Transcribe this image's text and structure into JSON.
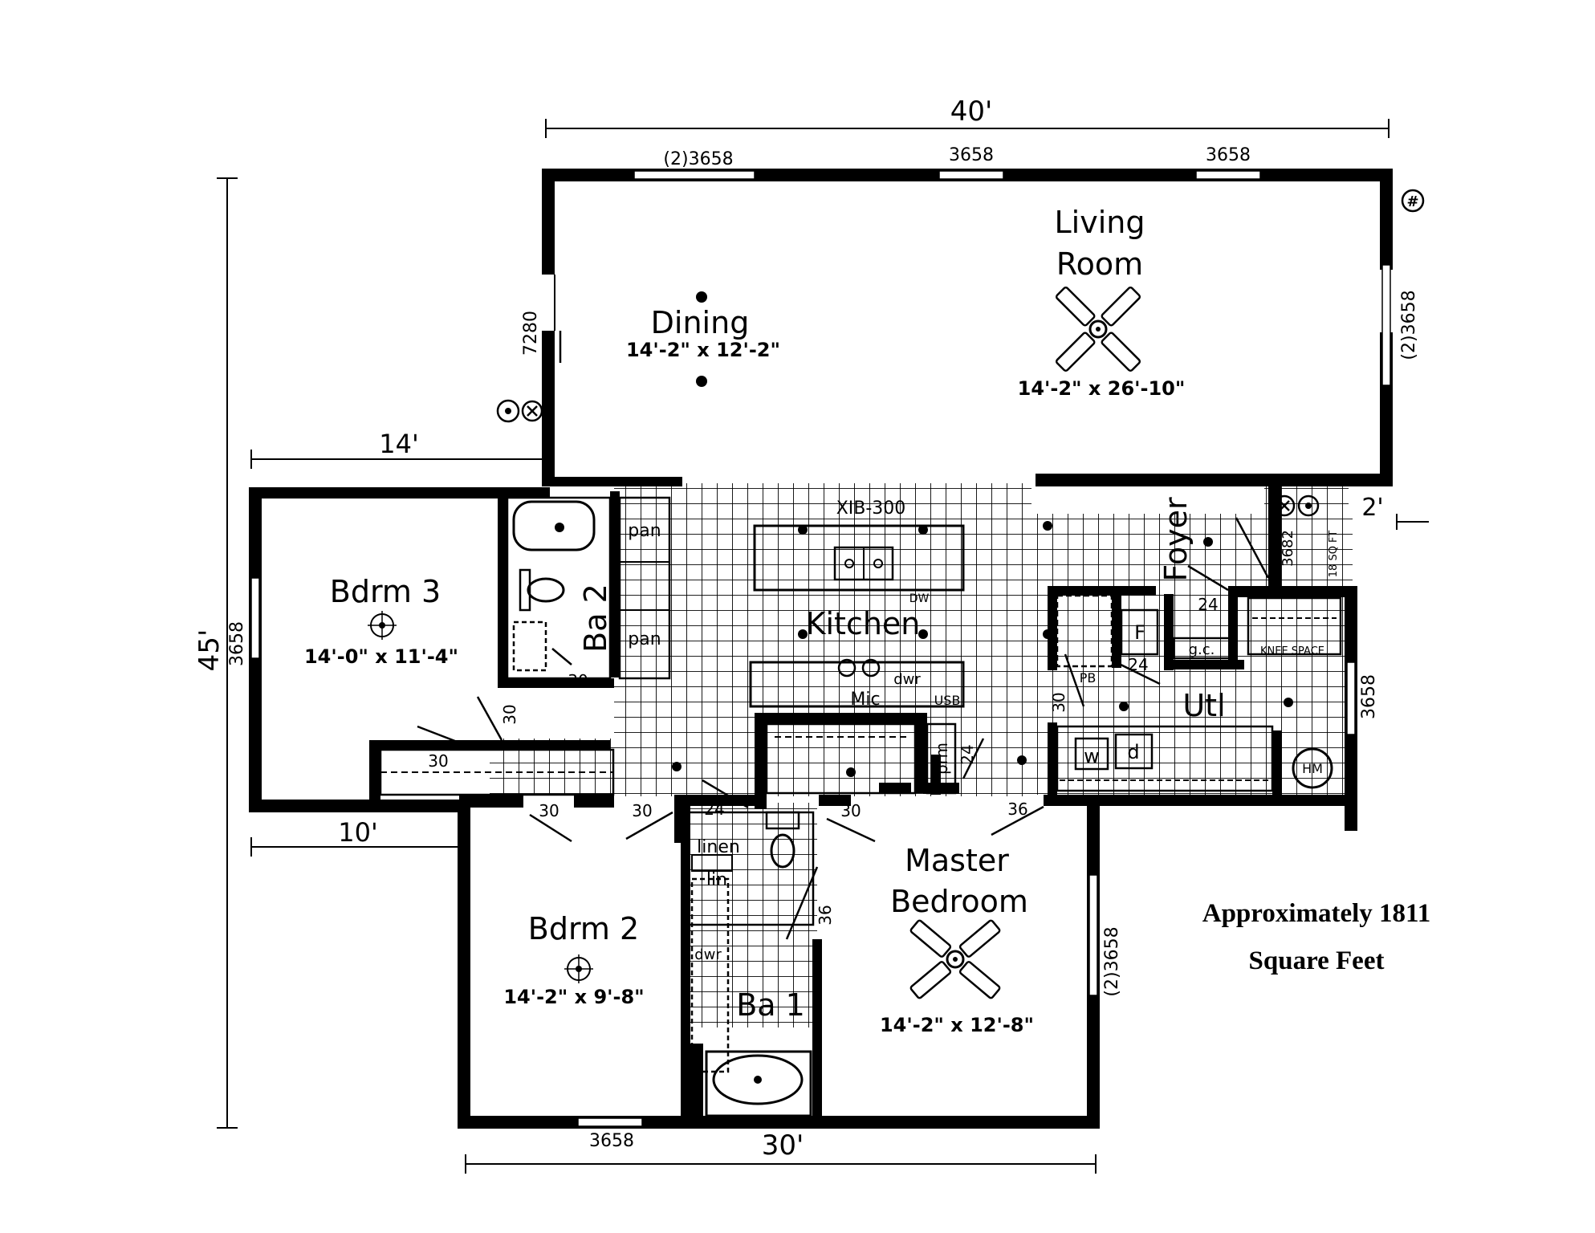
{
  "rooms": {
    "living": {
      "name_line1": "Living",
      "name_line2": "Room",
      "size": "14'-2\" x 26'-10\""
    },
    "dining": {
      "name": "Dining",
      "size": "14'-2\" x 12'-2\""
    },
    "kitchen": {
      "name": "Kitchen"
    },
    "foyer": {
      "name": "Foyer"
    },
    "utility": {
      "name": "Utl"
    },
    "bdrm3": {
      "name": "Bdrm 3",
      "size": "14'-0\" x 11'-4\""
    },
    "bdrm2": {
      "name": "Bdrm 2",
      "size": "14'-2\" x 9'-8\""
    },
    "master": {
      "name_line1": "Master",
      "name_line2": "Bedroom",
      "size": "14'-2\" x 12'-8\""
    },
    "ba1": {
      "name": "Ba 1"
    },
    "ba2": {
      "name": "Ba 2"
    }
  },
  "dimensions": {
    "top_width": "40'",
    "left_height": "45'",
    "bottom_width": "30'",
    "bdrm3_offset": "14'",
    "bdrm2_offset": "10'",
    "foyer_offset": "2'"
  },
  "windows": {
    "top_1": "(2)3658",
    "top_2": "3658",
    "top_3": "3658",
    "right_living": "(2)3658",
    "dining_left": "7280",
    "bdrm3_left": "3658",
    "utl_right": "3658",
    "master_right": "(2)3658",
    "bottom": "3658",
    "foyer_door": "3682"
  },
  "labels": {
    "island": "XIB-300",
    "pan1": "pan",
    "pan2": "pan",
    "dw": "DW",
    "dwr_kitchen": "dwr",
    "mic": "Mic",
    "usb": "USB",
    "linen": "linen",
    "lin": "lin",
    "dwr_bath": "dwr",
    "prm": "prm",
    "freezer": "F",
    "gc": "g.c.",
    "pb": "PB",
    "washer": "w",
    "dryer": "d",
    "hm": "HM",
    "knee_space": "KNEE SPACE",
    "porch_area": "18 SQ FT",
    "door_30_a": "30",
    "door_30_b": "30",
    "door_30_c": "30",
    "door_30_d": "30",
    "door_30_e": "30",
    "door_30_f": "30",
    "door_30_g": "30",
    "door_24_a": "24",
    "door_24_b": "24",
    "door_24_c": "24",
    "door_24_d": "24",
    "door_36_a": "36",
    "door_36_b": "36"
  },
  "note": {
    "line1": "Approximately 1811",
    "line2": "Square Feet"
  }
}
